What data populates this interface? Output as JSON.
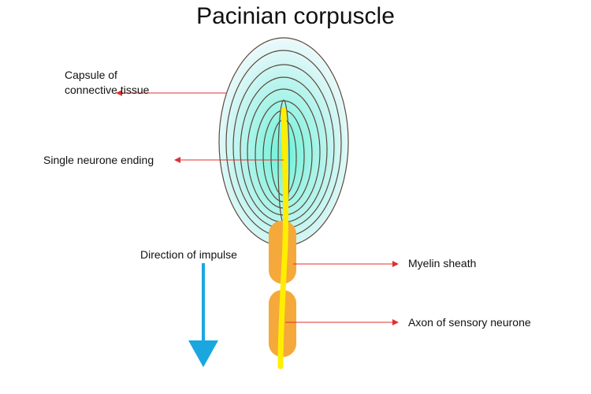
{
  "title": "Pacinian corpuscle",
  "labels": {
    "capsule_line1": "Capsule of",
    "capsule_line2": "connective tissue",
    "neurone_ending": "Single neurone ending",
    "direction": "Direction of impulse",
    "myelin": "Myelin sheath",
    "axon": "Axon of sensory neurone"
  },
  "colors": {
    "capsule_outer": "#e8f8fb",
    "capsule_inner": "#8ff0e0",
    "ring_stroke": "#5a4a3a",
    "axon": "#ffee00",
    "myelin": "#f5a93a",
    "leader_line": "#e03030",
    "impulse_arrow": "#1aa7e0"
  }
}
